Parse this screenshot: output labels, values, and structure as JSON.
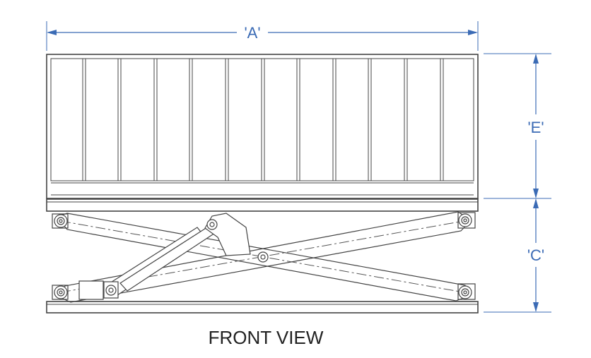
{
  "dimensions": {
    "width_label": "'A'",
    "height_rail_label": "'E'",
    "height_lift_label": "'C'"
  },
  "caption": "FRONT VIEW",
  "colors": {
    "dimension": "#3b6bb5",
    "outline": "#444444"
  }
}
